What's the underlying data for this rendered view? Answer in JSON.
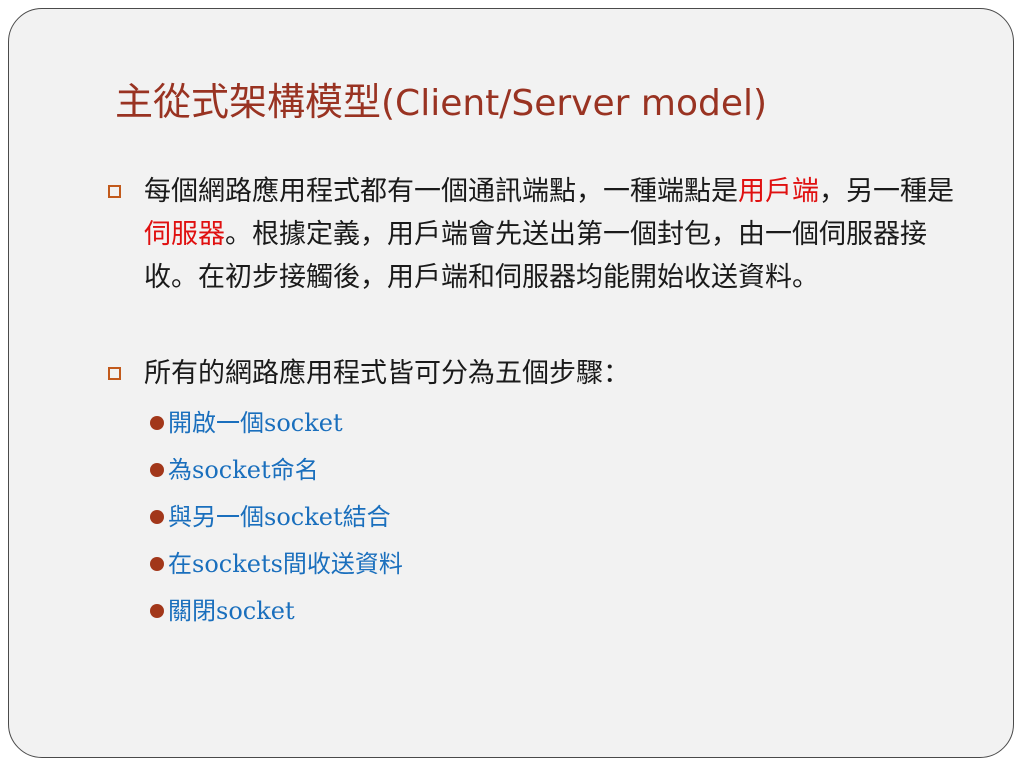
{
  "slide": {
    "title_cjk": "主從式架構模型",
    "title_latin": "(Client/Server model)",
    "bullets": [
      {
        "line1": "每個網路應用程式都有一個通訊端點，一種端點是",
        "hl1": "用戶端",
        "mid": "，另一種是",
        "hl2": "伺服器",
        "rest": "。根據定義，用戶端會先送出第一個封包，由一個伺服器接收。在初步接觸後，用戶端和伺服器均能開始收送資料。"
      },
      {
        "text": "所有的網路應用程式皆可分為五個步驟："
      }
    ],
    "steps": [
      "開啟一個socket",
      "為socket命名",
      "與另一個socket結合",
      "在sockets間收送資料",
      "關閉socket"
    ]
  },
  "colors": {
    "title": "#993322",
    "highlight": "#e01010",
    "step_text": "#1a6fbd",
    "step_dot": "#a2371a",
    "bullet_marker": "#c25a1c"
  }
}
